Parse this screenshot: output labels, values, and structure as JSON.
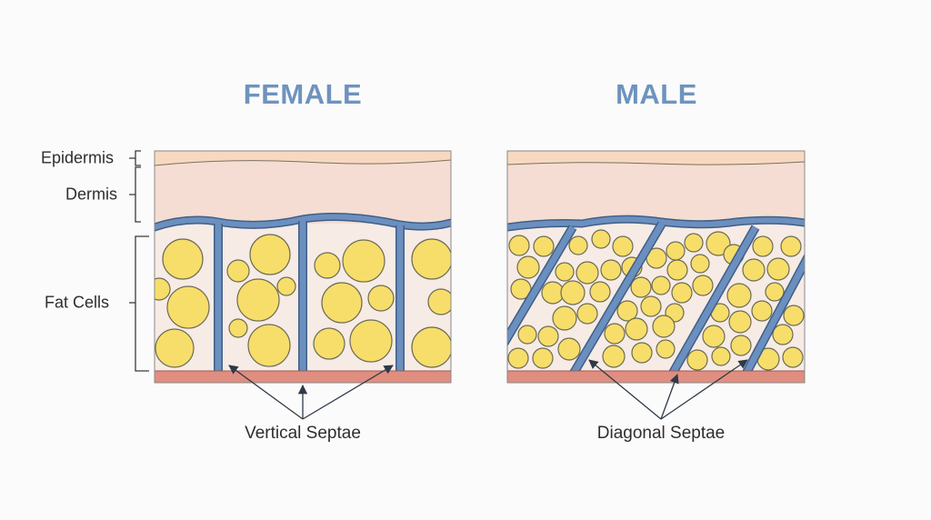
{
  "titles": {
    "female": "FEMALE",
    "male": "MALE"
  },
  "layer_labels": {
    "epidermis": "Epidermis",
    "dermis": "Dermis",
    "fat_cells": "Fat Cells"
  },
  "captions": {
    "female": "Vertical Septae",
    "male": "Diagonal Septae"
  },
  "colors": {
    "epidermis": "#f7d9bf",
    "dermis": "#f5ddd3",
    "fat_background": "#f7ebe6",
    "fat_cell_fill": "#f7de6a",
    "fat_cell_stroke": "#6b6b55",
    "septae": "#6b8fbf",
    "septae_outline": "#3f5f86",
    "base_layer": "#e08e80",
    "title": "#6e93bd",
    "arrow": "#2f3a48"
  }
}
